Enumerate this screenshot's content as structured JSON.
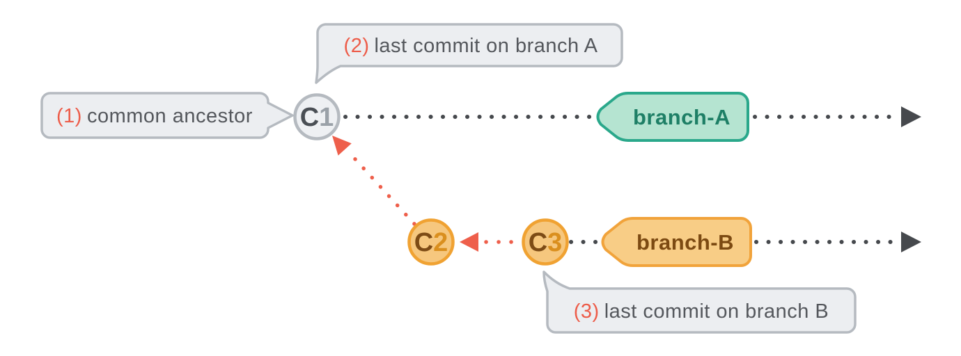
{
  "callouts": [
    {
      "number": "(1)",
      "text": "common ancestor"
    },
    {
      "number": "(2)",
      "text": "last commit on branch A"
    },
    {
      "number": "(3)",
      "text": "last commit on branch B"
    }
  ],
  "nodes": [
    {
      "letter": "C",
      "digit": "1"
    },
    {
      "letter": "C",
      "digit": "2"
    },
    {
      "letter": "C",
      "digit": "3"
    }
  ],
  "branches": [
    {
      "label": "branch-A"
    },
    {
      "label": "branch-B"
    }
  ],
  "colors": {
    "background": "#ffffff",
    "timeline_dot": "#46494d",
    "red_accent": "#ee5f4b",
    "callout_fill": "#eceef1",
    "callout_border": "#b5bac0",
    "callout_text": "#54575c",
    "callout_number": "#ed5c49",
    "ancestor_node_fill": "#eef0f3",
    "ancestor_node_border": "#b5bac0",
    "ancestor_node_letter": "#4a4f55",
    "ancestor_node_digit": "#9aa1a8",
    "commit_node_fill": "#f6c77e",
    "commit_node_border": "#f0a232",
    "commit_node_letter": "#7d4b15",
    "commit_node_digit": "#da8f1e",
    "branch_a_fill": "#b5e4d1",
    "branch_a_border": "#2aa88b",
    "branch_a_text": "#1e7f66",
    "branch_b_fill": "#f8cd86",
    "branch_b_border": "#f1a33b",
    "branch_b_text": "#7c4a12"
  }
}
